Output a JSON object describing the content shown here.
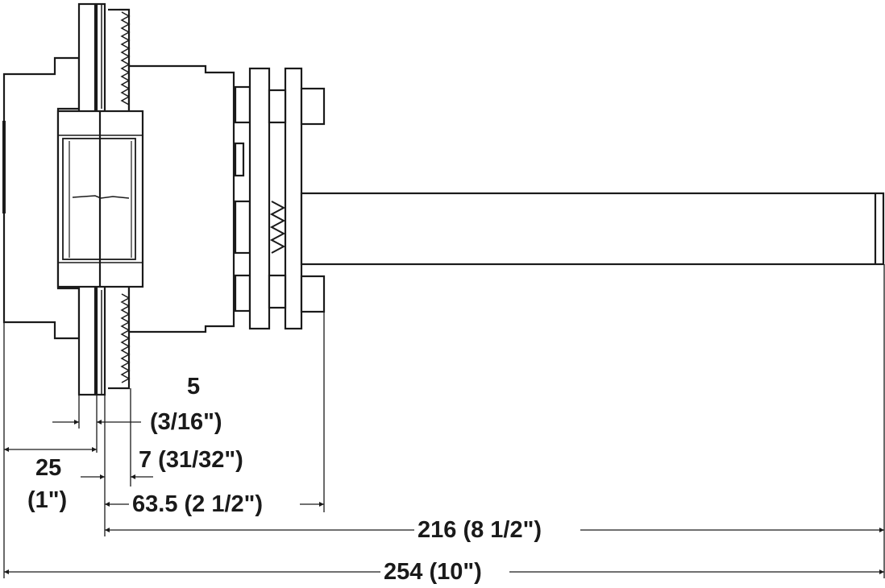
{
  "colors": {
    "line": "#1a1a1a",
    "background": "#ffffff"
  },
  "dimensions": {
    "d5_value": "5",
    "d5_inch": "(3/16\")",
    "d7": "7 (31/32\")",
    "d25_value": "25",
    "d25_inch": "(1\")",
    "d63": "63.5 (2 1/2\")",
    "d216": "216 (8 1/2\")",
    "d254": "254 (10\")"
  }
}
